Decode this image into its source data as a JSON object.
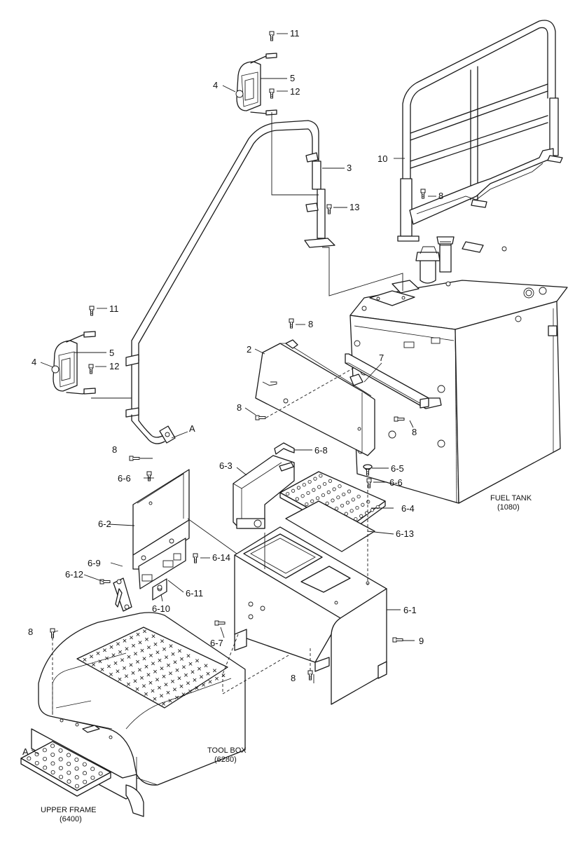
{
  "part_labels": {
    "p11_top": "11",
    "p5_top": "5",
    "p4_top": "4",
    "p12_top": "12",
    "p3": "3",
    "p13": "13",
    "p10": "10",
    "p8_rail": "8",
    "p11_left": "11",
    "p5_left": "5",
    "p4_left": "4",
    "p12_left": "12",
    "pA_top": "A",
    "p8_tank": "8",
    "p2": "2",
    "p7": "7",
    "p8_panel": "8",
    "p8_bracket": "8",
    "p8_left": "8",
    "p6_8": "6-8",
    "p6_3": "6-3",
    "p6_5": "6-5",
    "p6_6_right": "6-6",
    "p6_4": "6-4",
    "p6_13": "6-13",
    "p6_6_left": "6-6",
    "p6_2": "6-2",
    "p6_14": "6-14",
    "p6_9": "6-9",
    "p6_12": "6-12",
    "p6_11": "6-11",
    "p6_10": "6-10",
    "p6_1": "6-1",
    "p6_7": "6-7",
    "p9": "9",
    "p8_bottom_left": "8",
    "p8_bottom": "8",
    "pA_bottom": "A"
  },
  "captions": {
    "fuel_tank_name": "FUEL TANK",
    "fuel_tank_code": "(1080)",
    "tool_box_name": "TOOL BOX",
    "tool_box_code": "(6280)",
    "upper_frame_name": "UPPER FRAME",
    "upper_frame_code": "(6400)"
  }
}
